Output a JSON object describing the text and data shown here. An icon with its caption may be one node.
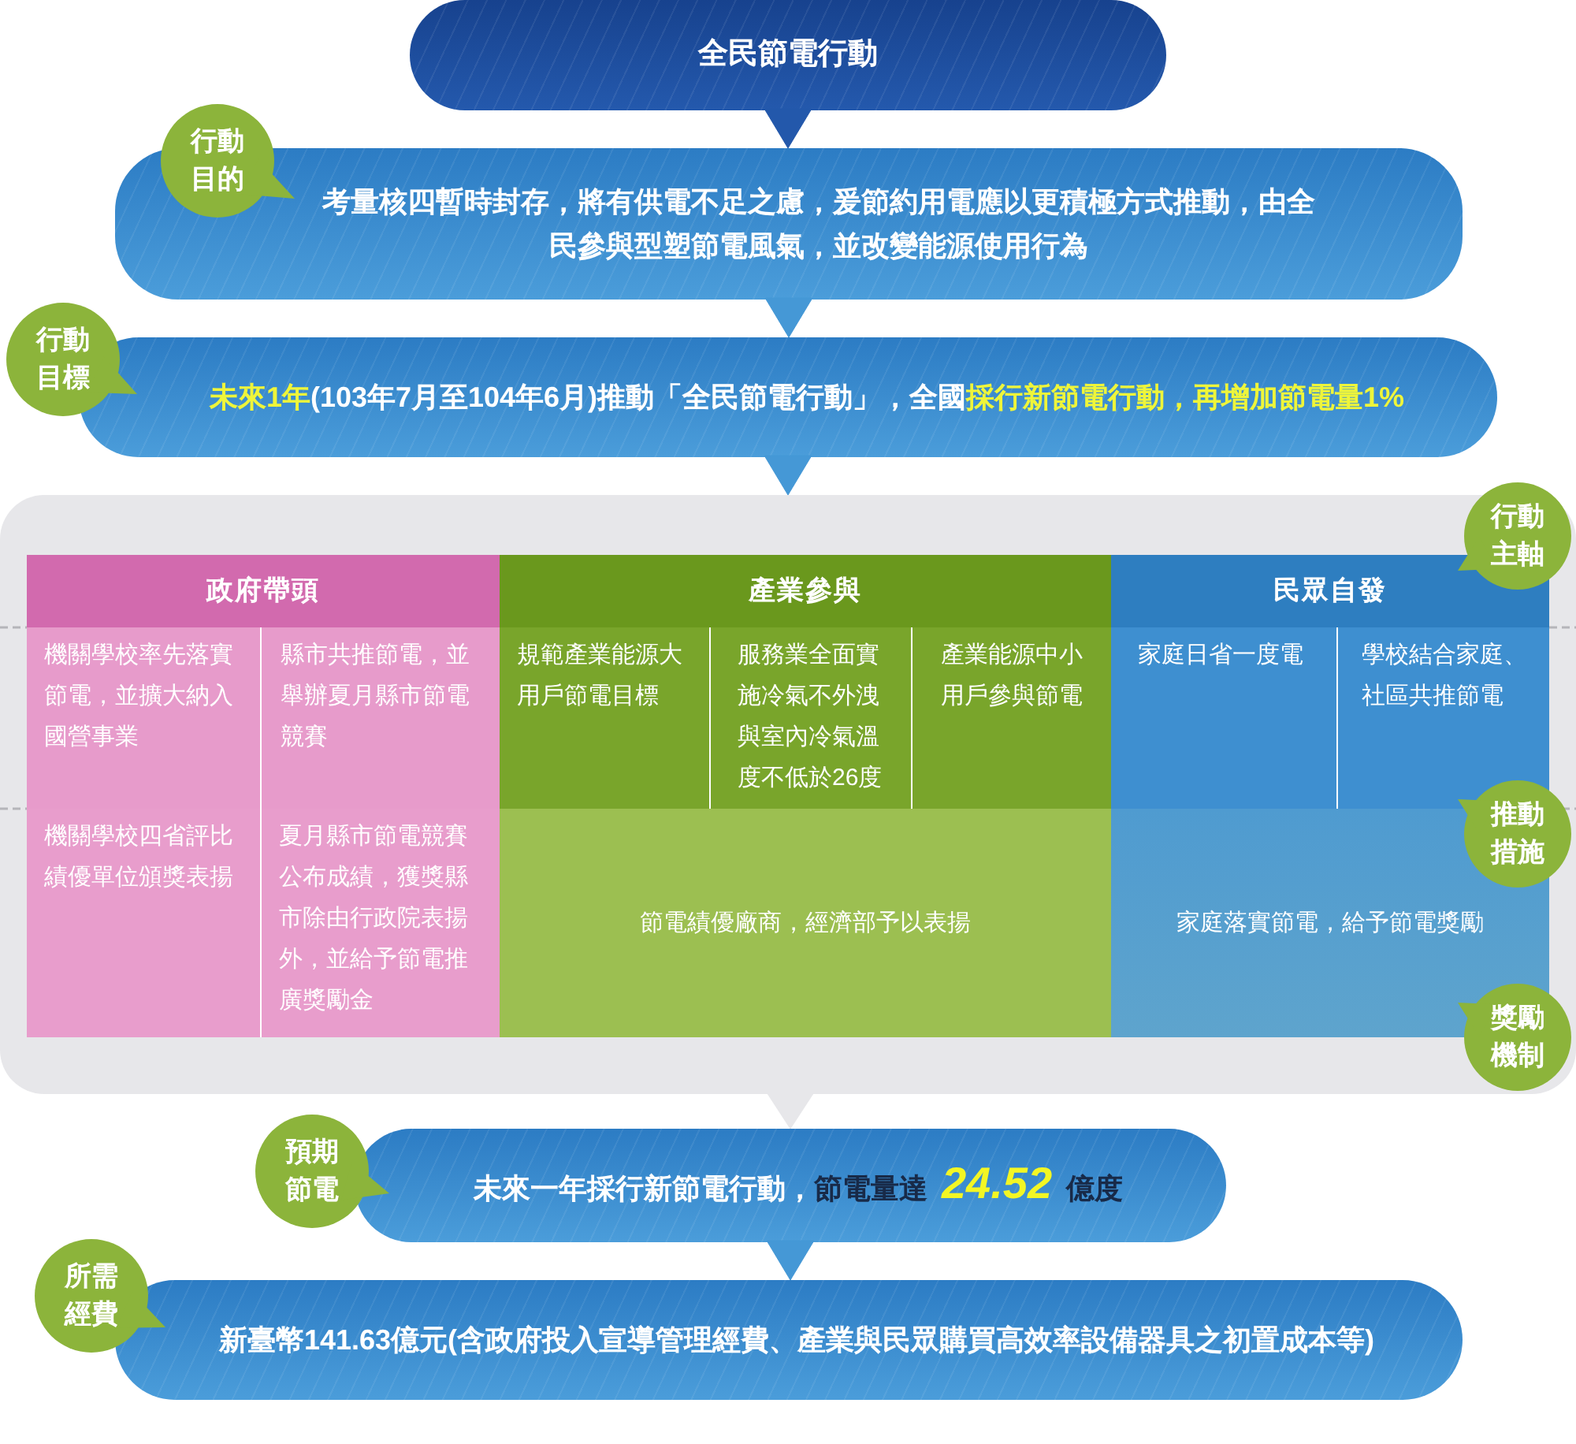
{
  "diagram": {
    "nodes": [
      {
        "text": [
          "全民節電行動"
        ]
      },
      {
        "text": [
          "行動目的"
        ]
      },
      {
        "text": [
          "考量核四暫時封存，將有供電不足之慮，爰節約用電應以更積極方式推動，由全民參與型塑節電風氣，並改變能源使用行為"
        ]
      },
      {
        "text": [
          "行動目標"
        ]
      },
      {
        "text": [
          "**未來1年**(103年7月至104年6月)推動「全民節電行動」，全國**採行新節電行動，再增加節電量1%**"
        ]
      },
      {
        "text": [],
        "shape": "box"
      },
      {
        "text": [
          "行動主軸"
        ]
      },
      {
        "text": [
          "政府帶頭"
        ],
        "in": 5
      },
      {
        "text": [
          "機關學校率先落實節電，並擴大納入國營事業"
        ],
        "in": 7
      },
      {
        "text": [
          "縣市共推節電，並舉辦夏月縣市節電競賽"
        ],
        "in": 7
      },
      {
        "text": [
          "機關學校四省評比績優單位頒獎表揚"
        ],
        "in": 7
      },
      {
        "text": [
          "夏月縣市節電競賽公布成績，獲獎縣市除由行政院表揚外，並給予節電推廣獎勵金"
        ],
        "in": 7
      },
      {
        "text": [
          "產業參與"
        ],
        "in": 5
      },
      {
        "text": [
          "規範產業能源大用戶節電目標"
        ],
        "in": 12
      },
      {
        "text": [
          "服務業全面實施冷氣不外洩與室內冷氣溫度不低於26度"
        ],
        "in": 12
      },
      {
        "text": [
          "產業能源中小用戶參與節電"
        ],
        "in": 12
      },
      {
        "text": [
          "節電績優廠商，經濟部予以表揚"
        ],
        "in": 12
      },
      {
        "text": [
          "民眾自發"
        ],
        "in": 5
      },
      {
        "text": [
          "家庭日省一度電"
        ],
        "in": 17
      },
      {
        "text": [
          "學校結合家庭、社區共推節電"
        ],
        "in": 17
      },
      {
        "text": [
          "家庭落實節電，給予節電獎勵"
        ],
        "in": 17
      },
      {
        "text": [
          "推動措施"
        ],
        "in": 5
      },
      {
        "text": [
          "獎勵機制"
        ],
        "in": 5
      },
      {
        "text": [
          "預期節電"
        ]
      },
      {
        "text": [
          "未來一年採行新節電行動，**節電量達** *24.52* **億度**"
        ]
      },
      {
        "text": [
          "所需經費"
        ]
      },
      {
        "text": [
          "新臺幣141.63億元(含政府投入宣導管理經費、產業與民眾購買高效率設備器具之初置成本等)"
        ]
      }
    ],
    "edges": [
      {
        "from": 0,
        "to": 2,
        "arrow": "to",
        "color": "#2358ab"
      },
      {
        "from": 2,
        "to": 4,
        "arrow": "to"
      },
      {
        "from": 4,
        "to": 5,
        "arrow": "to"
      },
      {
        "from": 5,
        "to": 24,
        "arrow": "to",
        "color": "#e7e7ea"
      },
      {
        "from": 24,
        "to": 26,
        "arrow": "to"
      }
    ]
  }
}
